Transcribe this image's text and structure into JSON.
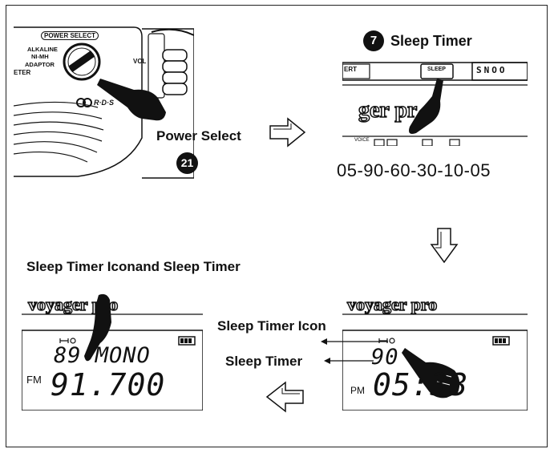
{
  "panel1": {
    "selector_title": "POWER SELECT",
    "options": [
      "ALKALINE",
      "NI-MH",
      "ADAPTOR"
    ],
    "meter_fragment": "ETER",
    "vol_label": "VOL",
    "rds_label": "R·D·S",
    "caption": "Power Select",
    "step_number": "21"
  },
  "panel2": {
    "step_number": "7",
    "title": "Sleep Timer",
    "button_left_fragment": "ERT",
    "sleep_button": "SLEEP",
    "snooze_fragment": "SNOO",
    "brand_fragment": "ger pr",
    "voice_label": "VOICE",
    "sequence": "05-90-60-30-10-05"
  },
  "panel3": {
    "caption": "Sleep Timer Iconand Sleep Timer",
    "brand_fragment": "voyager pro",
    "lcd_top": "89 MONO",
    "band": "FM",
    "frequency": "91.700"
  },
  "panel4": {
    "brand_fragment": "voyager pro",
    "icon_label": "Sleep Timer Icon",
    "timer_label": "Sleep Timer",
    "lcd_timer": "90",
    "ampm": "PM",
    "clock": "05:33"
  }
}
